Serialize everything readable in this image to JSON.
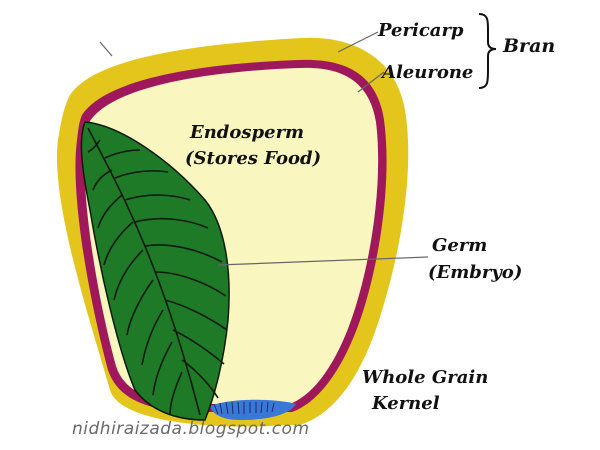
{
  "labels": {
    "pericarp": "Pericarp",
    "aleurone": "Aleurone",
    "bran": "Bran",
    "endosperm": "Endosperm",
    "endosperm_note": "(Stores Food)",
    "germ": "Germ",
    "germ_note": "(Embryo)",
    "whole_grain_line1": "Whole Grain",
    "whole_grain_line2": "Kernel"
  },
  "watermark": "nidhiraizada.blogspot.com",
  "colors": {
    "pericarp": "#e3c51c",
    "aleurone": "#a0185c",
    "endosperm": "#f9f6c0",
    "germ": "#1f7a27",
    "germ_veins": "#0b1a0b",
    "germ_base": "#3a78d8",
    "leader_line": "#666666"
  }
}
